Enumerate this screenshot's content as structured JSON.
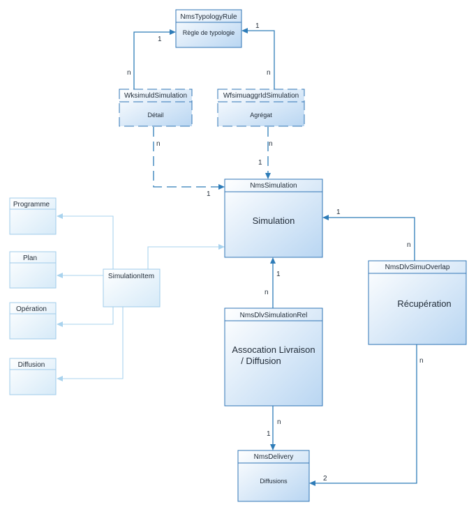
{
  "entities": {
    "typology_rule": {
      "title": "NmsTypologyRule",
      "label": "Règle de typologie"
    },
    "detail_sim": {
      "title": "WksimuldSimulation",
      "label": "Détail"
    },
    "aggr_sim": {
      "title": "WfsimuaggrIdSimulation",
      "label": "Agrégat"
    },
    "simulation": {
      "title": "NmsSimulation",
      "label": "Simulation"
    },
    "simu_overlap": {
      "title": "NmsDlvSimuOverlap",
      "label": "Récupération"
    },
    "simulation_rel": {
      "title": "NmsDlvSimulationRel",
      "label_line1": "Assocation Livraison",
      "label_line2": "/ Diffusion"
    },
    "delivery": {
      "title": "NmsDelivery",
      "label": "Diffusions"
    },
    "simulation_item": {
      "title": "SimulationItem"
    },
    "programme": {
      "title": "Programme"
    },
    "plan": {
      "title": "Plan"
    },
    "operation": {
      "title": "Opération"
    },
    "diffusion": {
      "title": "Diffusion"
    }
  },
  "multiplicities": {
    "detail_to_rule_one": "1",
    "detail_to_rule_many": "n",
    "aggr_to_rule_one": "1",
    "aggr_to_rule_many": "n",
    "detail_to_sim_many": "n",
    "detail_to_sim_one": "1",
    "aggr_to_sim_many": "n",
    "aggr_to_sim_one": "1",
    "overlap_to_sim_one": "1",
    "overlap_to_sim_many": "n",
    "rel_to_sim_one": "1",
    "rel_to_sim_many": "n",
    "rel_to_delivery_many": "n",
    "rel_to_delivery_one": "1",
    "overlap_to_delivery_many": "n",
    "overlap_to_delivery_two": "2"
  },
  "colors": {
    "entity_fill_top": "#ffffff",
    "entity_fill_bottom": "#b9d6f2",
    "entity_border": "#2f74b5",
    "connector": "#2e7cb8",
    "faded_connector": "#a9d3ee",
    "faded_border": "#9fcbea"
  }
}
